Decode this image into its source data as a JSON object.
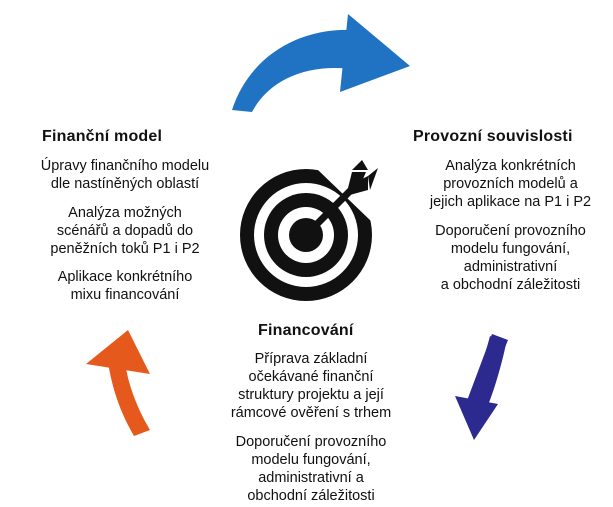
{
  "sections": {
    "left": {
      "title": "Finanční model",
      "items": [
        "Úpravy finančního modelu\ndle nastíněných oblastí",
        "Analýza možných\nscénářů a dopadů do\npeněžních toků P1 i P2",
        "Aplikace konkrétního\nmixu financování"
      ]
    },
    "right": {
      "title": "Provozní souvislosti",
      "items": [
        "Analýza konkrétních\nprovozních modelů a\njejich aplikace na P1 i P2",
        "Doporučení provozního\nmodelu fungování,\nadministrativní\na obchodní záležitosti"
      ]
    },
    "bottom": {
      "title": "Financování",
      "items": [
        "Příprava základní\nočekávané finanční\nstruktury projektu a její\nrámcové ověření s trhem",
        "Doporučení provozního\nmodelu fungování,\nadministrativní a\nobchodní záležitosti"
      ]
    }
  },
  "colors": {
    "arrow_top": "#1f73c2",
    "arrow_right": "#2d2a8f",
    "arrow_left": "#e55a1c",
    "target": "#111111"
  },
  "icons": {
    "center": "target-with-dart-icon",
    "cycle": "circular-arrow-icon"
  }
}
